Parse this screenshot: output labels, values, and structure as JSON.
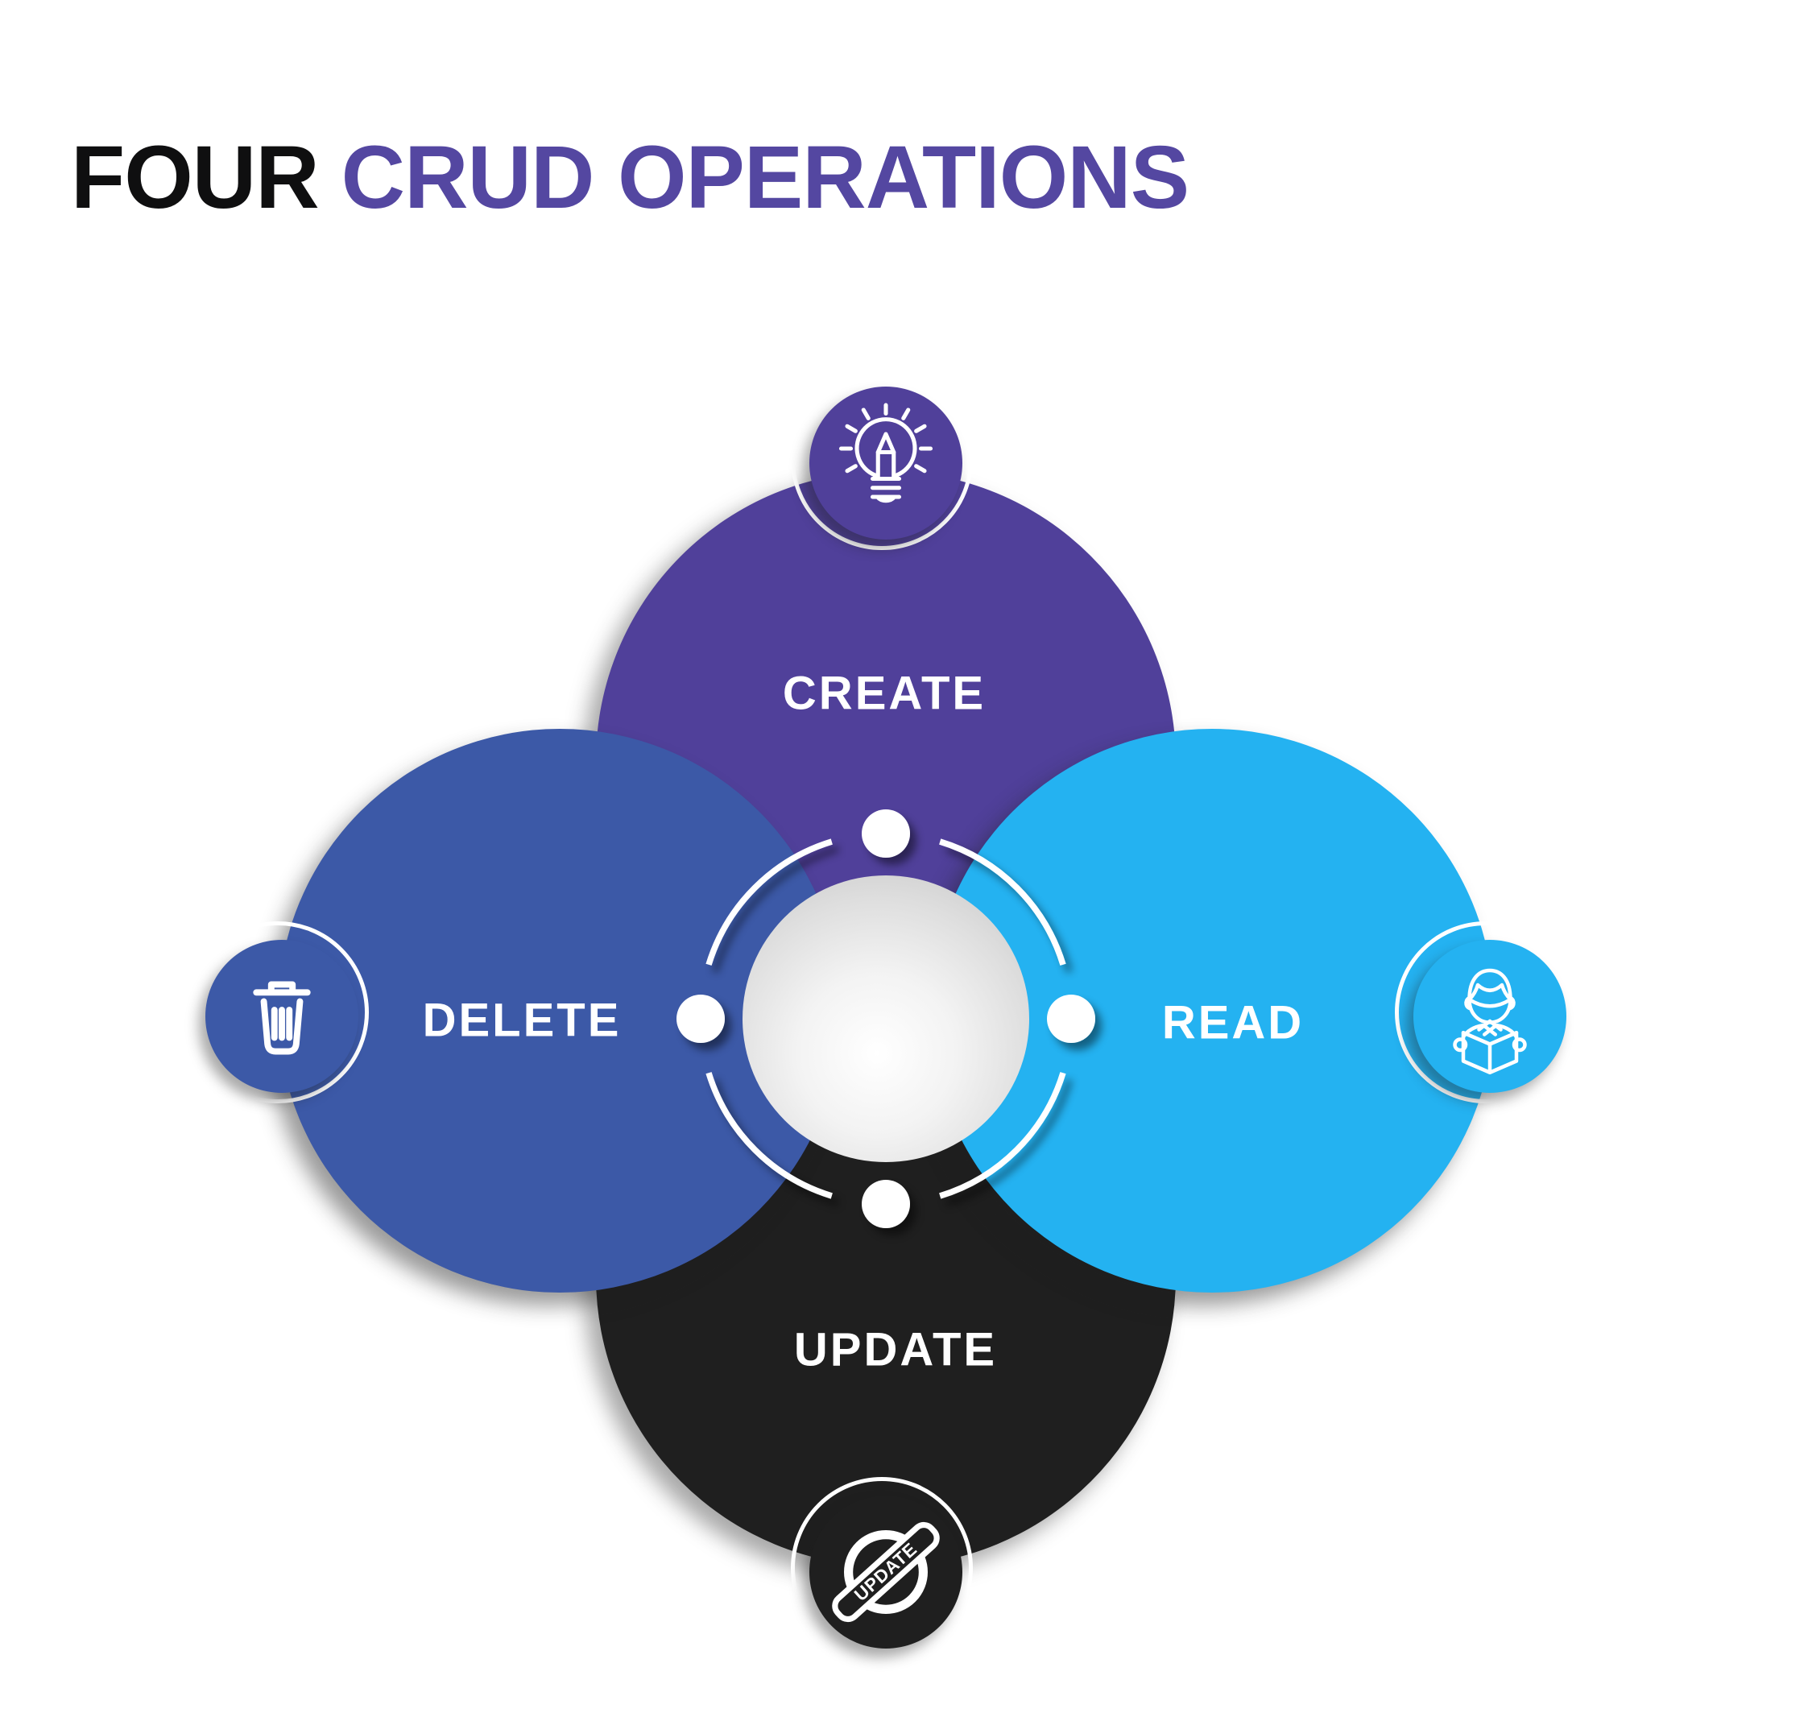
{
  "title": {
    "part1": "FOUR",
    "part2": "CRUD OPERATIONS"
  },
  "nodes": [
    {
      "id": "create",
      "label": "CREATE",
      "position": "top",
      "color": "#50409A",
      "icon": "lightbulb-pencil-icon"
    },
    {
      "id": "read",
      "label": "READ",
      "position": "right",
      "color": "#24B2F1",
      "icon": "person-reading-icon"
    },
    {
      "id": "update",
      "label": "UPDATE",
      "position": "bottom",
      "color": "#1F1F1F",
      "icon": "update-stamp-icon",
      "stamp_text": "UPDATE"
    },
    {
      "id": "delete",
      "label": "DELETE",
      "position": "left",
      "color": "#3C59A7",
      "icon": "trash-icon"
    }
  ],
  "colors": {
    "background": "#FFFFFF",
    "title_black": "#0F0F10",
    "title_purple": "#5447A1",
    "create_purple": "#50409A",
    "read_cyan": "#24B2F1",
    "update_black": "#1F1F1F",
    "delete_blue": "#3C59A7",
    "label_text": "#FFFFFF",
    "ring_white": "#FFFFFF",
    "sphere_edge": "#C3C3C3"
  }
}
